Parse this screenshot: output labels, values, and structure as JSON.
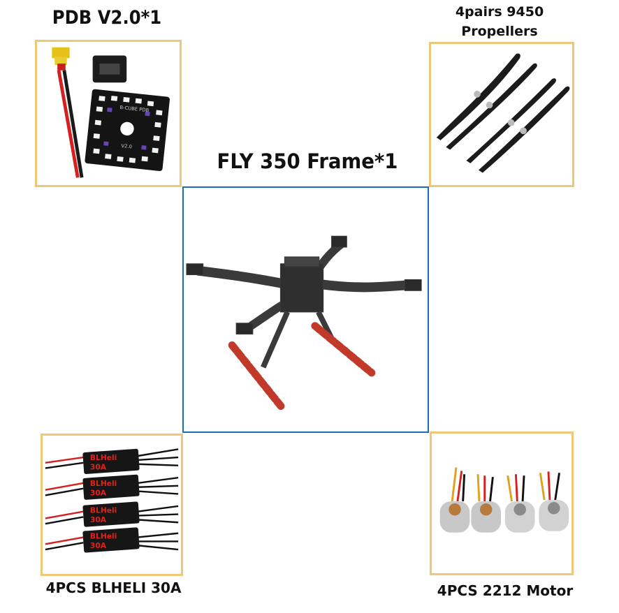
{
  "colors": {
    "frame_border": "#efc77a",
    "center_border": "#1f6eb4",
    "carbon": "#3a3a3a",
    "foam": "#c0392b",
    "wire_red": "#d62020",
    "esc_red": "#e0221b"
  },
  "items": {
    "pdb": {
      "label": "PDB V2.0*1",
      "board_text": "B-CUBE PDB",
      "board_version": "V2.0"
    },
    "propellers": {
      "label_line1": "4pairs 9450",
      "label_line2": "Propellers"
    },
    "frame": {
      "label": "FLY 350 Frame*1"
    },
    "esc": {
      "label": "4PCS BLHELI 30A",
      "brand": "BLHeli",
      "rating": "30A"
    },
    "motor": {
      "label": "4PCS 2212 Motor"
    }
  }
}
